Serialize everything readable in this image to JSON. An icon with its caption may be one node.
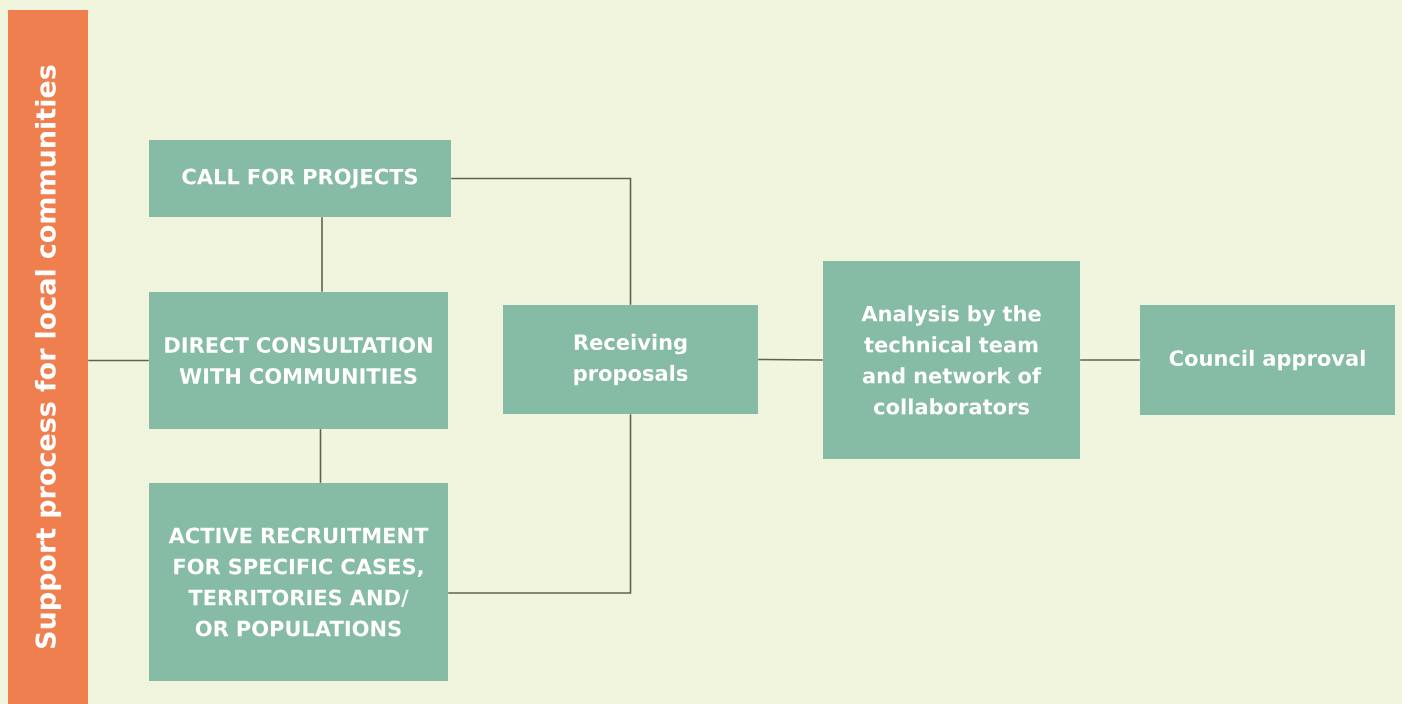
{
  "diagram": {
    "nodes": [
      {
        "text": [
          "Support process for local communities"
        ]
      },
      {
        "text": [
          "CALL FOR PROJECTS"
        ]
      },
      {
        "text": [
          "DIRECT CONSULTATION WITH COMMUNITIES"
        ]
      },
      {
        "text": [
          "ACTIVE RECRUITMENT FOR SPECIFIC CASES, TERRITORIES AND/ OR POPULATIONS"
        ]
      },
      {
        "text": [
          "Receiving proposals"
        ]
      },
      {
        "text": [
          "Analysis by the technical team and network of collaborators"
        ]
      },
      {
        "text": [
          "Council approval"
        ]
      }
    ],
    "edges": [
      {
        "from": 0,
        "to": 2,
        "arrow": "none"
      },
      {
        "from": 1,
        "to": 2,
        "arrow": "none"
      },
      {
        "from": 2,
        "to": 3,
        "arrow": "none"
      },
      {
        "from": 1,
        "to": 4,
        "arrow": "none"
      },
      {
        "from": 3,
        "to": 4,
        "arrow": "none"
      },
      {
        "from": 4,
        "to": 5,
        "arrow": "none"
      },
      {
        "from": 5,
        "to": 6,
        "arrow": "none"
      }
    ]
  }
}
